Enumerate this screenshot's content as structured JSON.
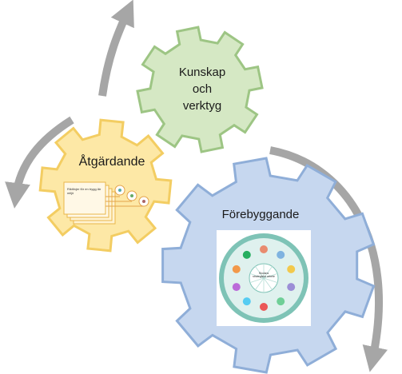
{
  "gears": {
    "knowledge": {
      "line1": "Kunskap",
      "line2": "och",
      "line3": "verktyg",
      "fill": "#d5e8c4",
      "stroke": "#9dc584"
    },
    "corrective": {
      "title": "Åtgärdande",
      "fill": "#fde8a6",
      "stroke": "#f3cd62"
    },
    "preventive": {
      "title": "Förebyggande",
      "fill": "#c6d7ef",
      "stroke": "#8faed8"
    }
  },
  "arrow_color": "#a6a6a6",
  "corrective_doc": {
    "title": "Riktlinjer för en trygg lär miljö"
  },
  "circle_center": {
    "title": "Skolans strategiska arbete"
  }
}
